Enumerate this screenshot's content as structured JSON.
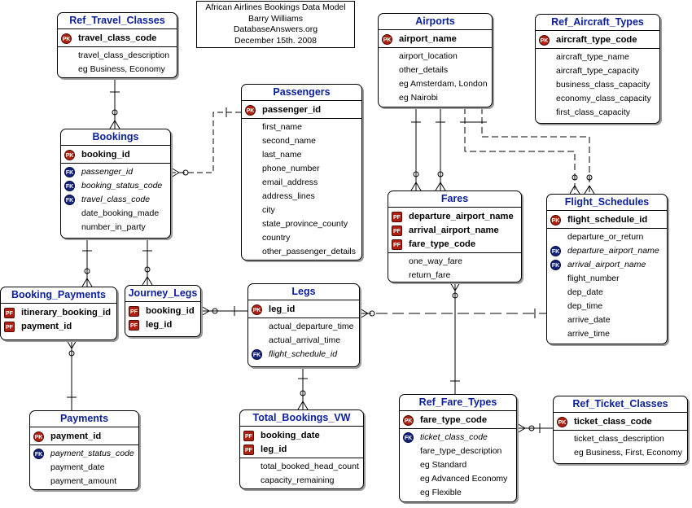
{
  "title_block": {
    "line1": "African Airlines Bookings Data Model",
    "line2": "Barry Williams",
    "line3": "DatabaseAnswers.org",
    "line4": "December 15th. 2008"
  },
  "colors": {
    "title_text": "#0b1f9a",
    "pk_badge": "#b21f0f",
    "fk_badge": "#14237c",
    "border": "#000000",
    "shadow": "#9a9a9a"
  },
  "badges": {
    "pk": "PK",
    "fk": "FK",
    "pf": "PF"
  },
  "entities": {
    "ref_travel_classes": {
      "title": "Ref_Travel_Classes",
      "attrs": [
        {
          "key": "pk",
          "name": "travel_class_code"
        },
        {
          "key": "",
          "name": "travel_class_description"
        },
        {
          "key": "",
          "name": "eg Business, Economy"
        }
      ]
    },
    "bookings": {
      "title": "Bookings",
      "attrs": [
        {
          "key": "pk",
          "name": "booking_id"
        },
        {
          "key": "fk",
          "name": "passenger_id"
        },
        {
          "key": "fk",
          "name": "booking_status_code"
        },
        {
          "key": "fk",
          "name": "travel_class_code"
        },
        {
          "key": "",
          "name": "date_booking_made"
        },
        {
          "key": "",
          "name": "number_in_party"
        }
      ]
    },
    "passengers": {
      "title": "Passengers",
      "attrs": [
        {
          "key": "pk",
          "name": "passenger_id"
        },
        {
          "key": "",
          "name": "first_name"
        },
        {
          "key": "",
          "name": "second_name"
        },
        {
          "key": "",
          "name": "last_name"
        },
        {
          "key": "",
          "name": "phone_number"
        },
        {
          "key": "",
          "name": "email_address"
        },
        {
          "key": "",
          "name": "address_lines"
        },
        {
          "key": "",
          "name": "city"
        },
        {
          "key": "",
          "name": "state_province_county"
        },
        {
          "key": "",
          "name": "country"
        },
        {
          "key": "",
          "name": "other_passenger_details"
        }
      ]
    },
    "airports": {
      "title": "Airports",
      "attrs": [
        {
          "key": "pk",
          "name": "airport_name"
        },
        {
          "key": "",
          "name": "airport_location"
        },
        {
          "key": "",
          "name": "other_details"
        },
        {
          "key": "",
          "name": "eg Amsterdam, London"
        },
        {
          "key": "",
          "name": "eg Nairobi"
        }
      ]
    },
    "ref_aircraft_types": {
      "title": "Ref_Aircraft_Types",
      "attrs": [
        {
          "key": "pk",
          "name": "aircraft_type_code"
        },
        {
          "key": "",
          "name": "aircraft_type_name"
        },
        {
          "key": "",
          "name": "aircraft_type_capacity"
        },
        {
          "key": "",
          "name": "business_class_capacity"
        },
        {
          "key": "",
          "name": "economy_class_capacity"
        },
        {
          "key": "",
          "name": "first_class_capacity"
        }
      ]
    },
    "fares": {
      "title": "Fares",
      "attrs": [
        {
          "key": "pf",
          "name": "departure_airport_name"
        },
        {
          "key": "pf",
          "name": "arrival_airport_name"
        },
        {
          "key": "pf",
          "name": "fare_type_code"
        },
        {
          "key": "",
          "name": "one_way_fare"
        },
        {
          "key": "",
          "name": "return_fare"
        }
      ]
    },
    "flight_schedules": {
      "title": "Flight_Schedules",
      "attrs": [
        {
          "key": "pk",
          "name": "flight_schedule_id"
        },
        {
          "key": "",
          "name": "departure_or_return"
        },
        {
          "key": "fk",
          "name": "departure_airport_name"
        },
        {
          "key": "fk",
          "name": "arrival_airport_name"
        },
        {
          "key": "",
          "name": "flight_number"
        },
        {
          "key": "",
          "name": "dep_date"
        },
        {
          "key": "",
          "name": "dep_time"
        },
        {
          "key": "",
          "name": "arrive_date"
        },
        {
          "key": "",
          "name": "arrive_time"
        }
      ]
    },
    "booking_payments": {
      "title": "Booking_Payments",
      "attrs": [
        {
          "key": "pf",
          "name": "itinerary_booking_id"
        },
        {
          "key": "pf",
          "name": "payment_id"
        }
      ]
    },
    "journey_legs": {
      "title": "Journey_Legs",
      "attrs": [
        {
          "key": "pf",
          "name": "booking_id"
        },
        {
          "key": "pf",
          "name": "leg_id"
        }
      ]
    },
    "legs": {
      "title": "Legs",
      "attrs": [
        {
          "key": "pk",
          "name": "leg_id"
        },
        {
          "key": "",
          "name": "actual_departure_time"
        },
        {
          "key": "",
          "name": "actual_arrival_time"
        },
        {
          "key": "fk",
          "name": "flight_schedule_id"
        }
      ]
    },
    "payments": {
      "title": "Payments",
      "attrs": [
        {
          "key": "pk",
          "name": "payment_id"
        },
        {
          "key": "fk",
          "name": "payment_status_code"
        },
        {
          "key": "",
          "name": "payment_date"
        },
        {
          "key": "",
          "name": "payment_amount"
        }
      ]
    },
    "total_bookings_vw": {
      "title": "Total_Bookings_VW",
      "attrs": [
        {
          "key": "pf",
          "name": "booking_date"
        },
        {
          "key": "pf",
          "name": "leg_id"
        },
        {
          "key": "",
          "name": "total_booked_head_count"
        },
        {
          "key": "",
          "name": "capacity_remaining"
        }
      ]
    },
    "ref_fare_types": {
      "title": "Ref_Fare_Types",
      "attrs": [
        {
          "key": "pk",
          "name": "fare_type_code"
        },
        {
          "key": "fk",
          "name": "ticket_class_code"
        },
        {
          "key": "",
          "name": "fare_type_description"
        },
        {
          "key": "",
          "name": "eg Standard"
        },
        {
          "key": "",
          "name": "eg Advanced Economy"
        },
        {
          "key": "",
          "name": "eg Flexible"
        }
      ]
    },
    "ref_ticket_classes": {
      "title": "Ref_Ticket_Classes",
      "attrs": [
        {
          "key": "pk",
          "name": "ticket_class_code"
        },
        {
          "key": "",
          "name": "ticket_class_description"
        },
        {
          "key": "",
          "name": "eg Business, First, Economy"
        }
      ]
    }
  }
}
